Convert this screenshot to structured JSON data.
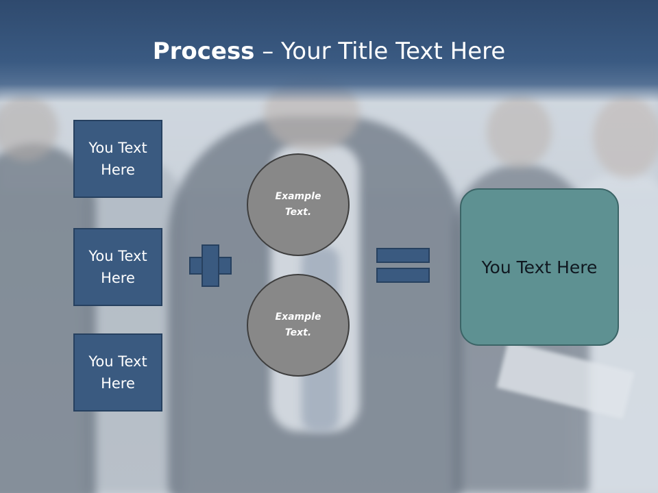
{
  "slide": {
    "title_bold": "Process",
    "title_rest": " – Your Title Text Here",
    "left_boxes": [
      {
        "line1": "You Text",
        "line2": "Here"
      },
      {
        "line1": "You Text",
        "line2": "Here"
      },
      {
        "line1": "You Text",
        "line2": "Here"
      }
    ],
    "circles": [
      {
        "line1": "Example",
        "line2": "Text."
      },
      {
        "line1": "Example",
        "line2": "Text."
      }
    ],
    "result_text": "You Text Here"
  },
  "colors": {
    "title_bar": "#2f4a6e",
    "box_fill": "#3a5a80",
    "box_border": "#26405f",
    "circle_fill": "#888888",
    "result_fill": "#5e9192"
  },
  "icons": {
    "operator_1": "plus-icon",
    "operator_2": "equals-icon"
  }
}
